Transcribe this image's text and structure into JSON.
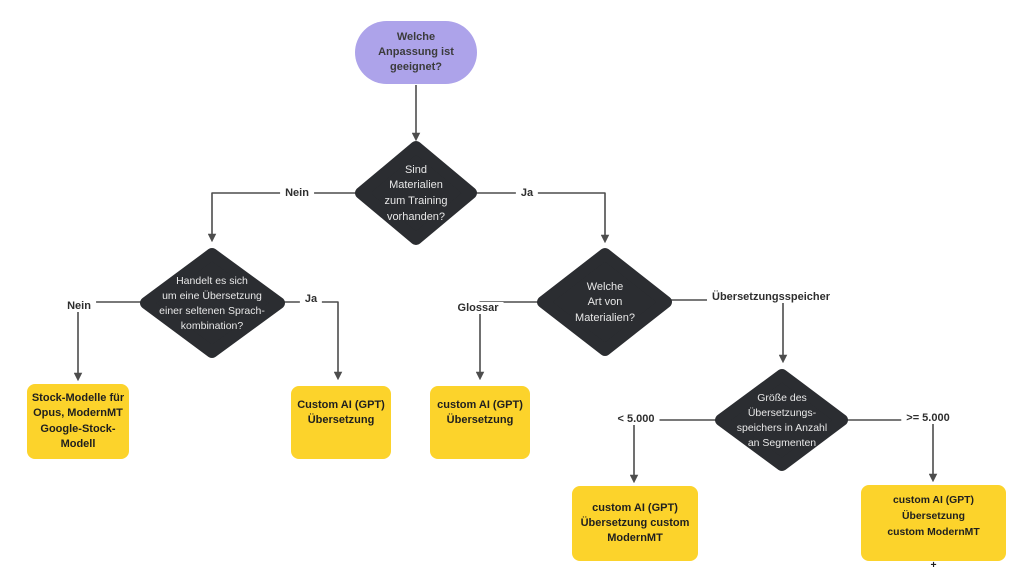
{
  "flowchart": {
    "start": {
      "text": "Welche\nAnpassung ist\ngeeignet?"
    },
    "decisions": {
      "materials": {
        "text": "Sind\nMaterialien\nzum Training\nvorhanden?"
      },
      "rare_language": {
        "text": "Handelt es sich\num eine Übersetzung\neiner seltenen Sprach-\nkombination?"
      },
      "material_type": {
        "text": "Welche\nArt von\nMaterialien?"
      },
      "tm_size": {
        "text": "Größe des\nÜbersetzungs-\nspeichers in Anzahl\nan Segmenten"
      }
    },
    "outcomes": {
      "stock_models": {
        "text": "Stock-Modelle für\nOpus, ModernMT\nGoogle-Stock-\nModell"
      },
      "custom_ai_rare": {
        "text": "Custom AI (GPT)\nÜbersetzung"
      },
      "custom_ai_glossary": {
        "text": "custom AI (GPT)\nÜbersetzung"
      },
      "custom_ai_small_tm": {
        "text": "custom AI (GPT)\nÜbersetzung custom\nModernMT"
      },
      "custom_ai_large_tm": {
        "text": "custom AI (GPT) Übersetzung\ncustom ModernMT\n\n+"
      }
    },
    "edge_labels": {
      "materials_no": "Nein",
      "materials_yes": "Ja",
      "rare_no": "Nein",
      "rare_yes": "Ja",
      "type_glossary": "Glossar",
      "type_tm": "Übersetzungsspeicher",
      "tm_small": "< 5.000",
      "tm_large": ">= 5.000"
    },
    "colors": {
      "start_fill": "#ada3ea",
      "decision_fill": "#2b2d31",
      "decision_text": "#e8e8e8",
      "outcome_fill": "#fcd32b",
      "outcome_text": "#1f1f1f",
      "connector": "#4d4d4d",
      "background": "#ffffff"
    }
  }
}
